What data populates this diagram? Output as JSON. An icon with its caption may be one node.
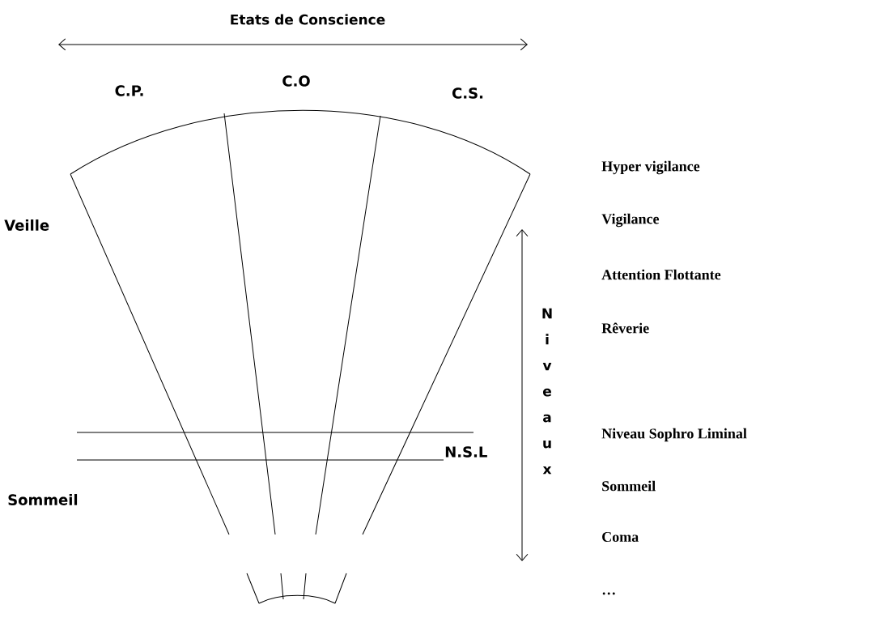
{
  "diagram": {
    "title": "Etats de Conscience",
    "labels": [
      "C.P.",
      "C.O",
      "C.S.",
      "Veille",
      "N.S.L",
      "Sommeil",
      "Niveaux",
      "Hyper vigilance",
      "Vigilance",
      "Attention Flottante",
      "Rêverie",
      "Niveau Sophro Liminal",
      "Sommeil",
      "Coma",
      "…"
    ]
  }
}
